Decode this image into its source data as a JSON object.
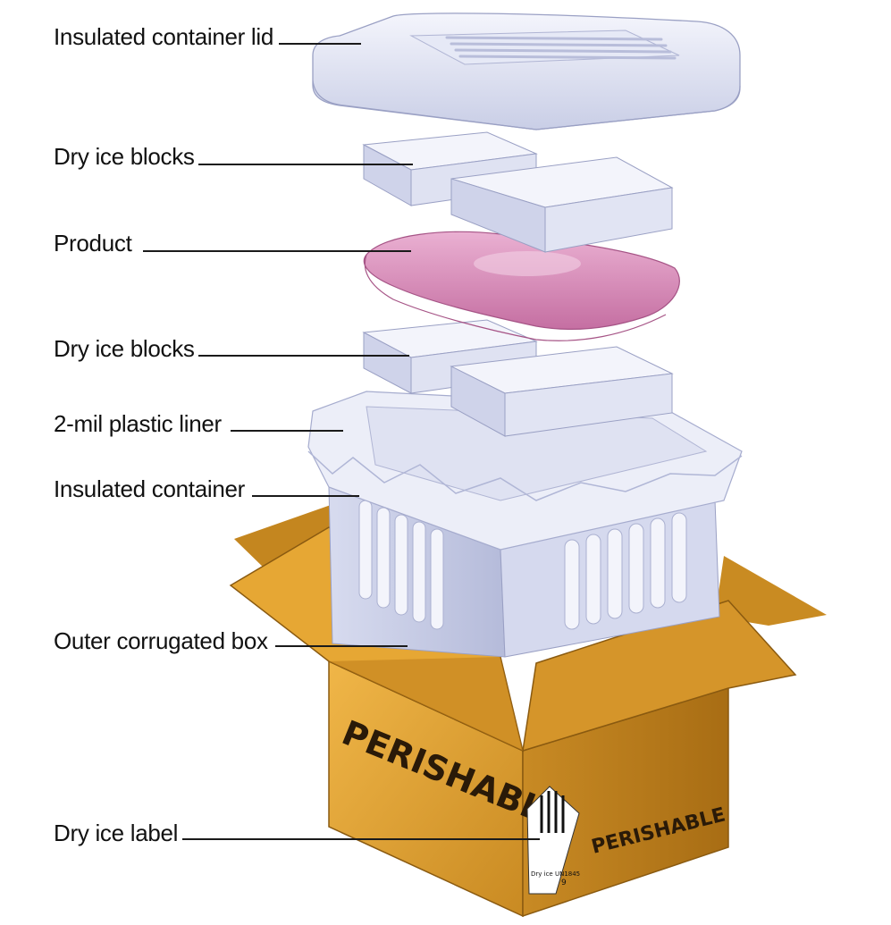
{
  "labels": {
    "lid": "Insulated container lid",
    "dry_ice_top": "Dry ice blocks",
    "product": "Product",
    "dry_ice_bottom": "Dry ice blocks",
    "liner": "2-mil plastic liner",
    "container": "Insulated container",
    "outer_box": "Outer corrugated box",
    "dry_ice_label": "Dry ice label"
  },
  "box_markings": {
    "front": "PERISHABLE",
    "side": "PERISHABLE",
    "hazard_text": "Dry ice UN1845",
    "hazard_class": "9"
  },
  "colors": {
    "foam": "#e6e9f6",
    "foam_shadow": "#b9bfdc",
    "product": "#d98bb8",
    "cardboard": "#e0a030",
    "cardboard_dark": "#b87818"
  }
}
